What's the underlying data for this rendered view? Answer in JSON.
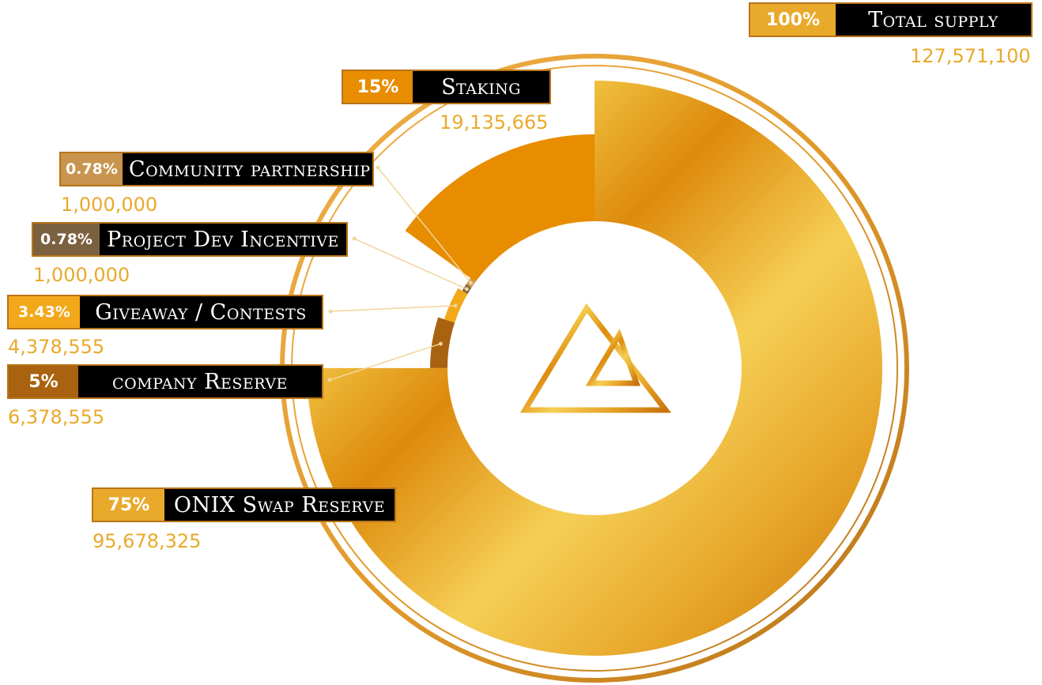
{
  "chart_data": {
    "type": "pie",
    "total": {
      "pct": "100%",
      "label": "Total supply",
      "value": "127,571,100"
    },
    "slices": [
      {
        "key": "swap",
        "pct": "75%",
        "label": "ONIX Swap Reserve",
        "value": "95,678,325",
        "share": 75,
        "color": "#e9a92b"
      },
      {
        "key": "reserve",
        "pct": "5%",
        "label": "company Reserve",
        "value": "6,378,555",
        "share": 5,
        "color": "#a9620f"
      },
      {
        "key": "giveaway",
        "pct": "3.43%",
        "label": "Giveaway / Contests",
        "value": "4,378,555",
        "share": 3.43,
        "color": "#f3a81a"
      },
      {
        "key": "projdev",
        "pct": "0.78%",
        "label": "Project Dev Incentive",
        "value": "1,000,000",
        "share": 0.78,
        "color": "#7b6140"
      },
      {
        "key": "community",
        "pct": "0.78%",
        "label": "Community partnership",
        "value": "1,000,000",
        "share": 0.78,
        "color": "#c8944e"
      },
      {
        "key": "staking",
        "pct": "15%",
        "label": "Staking",
        "value": "19,135,665",
        "share": 15,
        "color": "#e88c00"
      }
    ]
  }
}
